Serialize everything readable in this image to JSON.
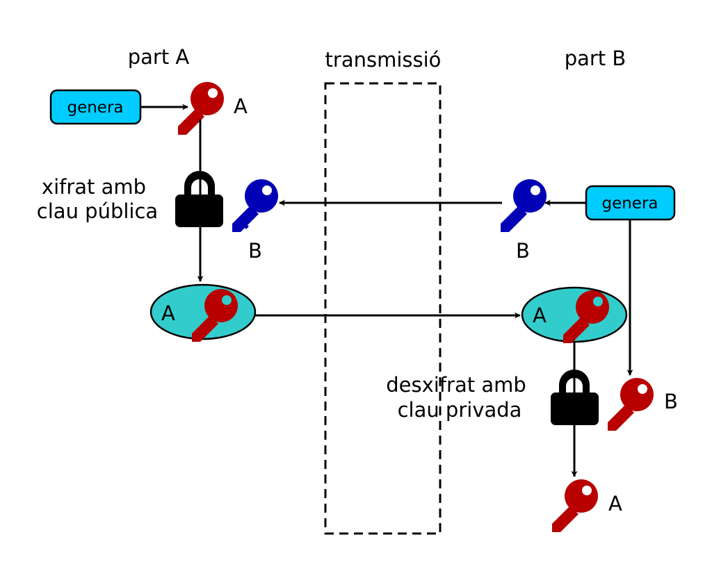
{
  "colors": {
    "key_red": "#b80000",
    "key_blue": "#0000b4",
    "button_fill": "#00ccff",
    "ellipse_fill": "#33cccc",
    "lock": "#000000"
  },
  "headers": {
    "party_a": "part A",
    "transmission": "transmissió",
    "party_b": "part B"
  },
  "party_a": {
    "generate_button": "genera",
    "private_key_label": "A",
    "encrypt_caption_line1": "xifrat amb",
    "encrypt_caption_line2": "clau pública",
    "public_key_b_label": "B",
    "envelope_label": "A"
  },
  "party_b": {
    "generate_button": "genera",
    "public_key_label": "B",
    "envelope_label": "A",
    "decrypt_caption_line1": "desxifrat amb",
    "decrypt_caption_line2": "clau privada",
    "private_key_label": "B",
    "result_key_label": "A"
  },
  "icons": {
    "key": "key-icon",
    "lock": "lock-icon"
  }
}
